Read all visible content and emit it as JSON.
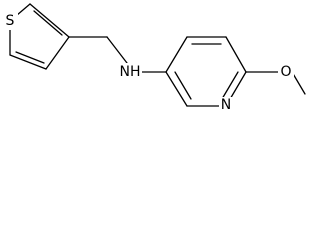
{
  "molecule": {
    "atoms": {
      "sulfur": "S",
      "amine": "NH",
      "pyridine_nitrogen": "N",
      "oxygen": "O"
    }
  },
  "colors": {
    "bond": "#000000",
    "text": "#000000",
    "background": "#ffffff"
  }
}
